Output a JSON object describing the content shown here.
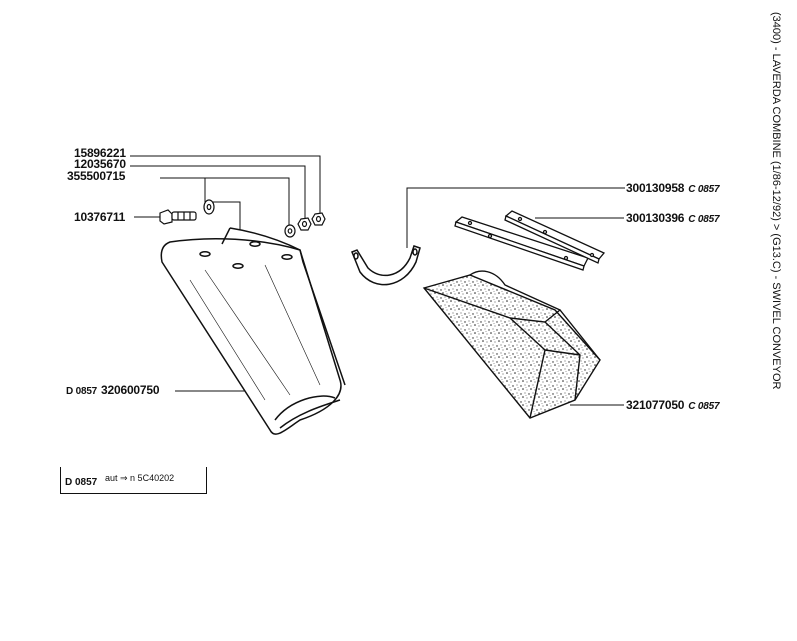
{
  "title": "(3400) - LAVERDA COMBINE (1/86-12/92) > (G13.C) - SWIVEL CONVEYOR",
  "parts": [
    {
      "id": "p1",
      "number": "15896221",
      "code": ""
    },
    {
      "id": "p2",
      "number": "12035670",
      "code": ""
    },
    {
      "id": "p3",
      "number": "355500715",
      "code": ""
    },
    {
      "id": "p4",
      "number": "10376711",
      "code": ""
    },
    {
      "id": "p5",
      "number": "320600750",
      "code": "D 0857"
    },
    {
      "id": "p6",
      "number": "300130958",
      "code": "C 0857"
    },
    {
      "id": "p7",
      "number": "300130396",
      "code": "C 0857"
    },
    {
      "id": "p8",
      "number": "321077050",
      "code": "C 0857"
    }
  ],
  "note": {
    "code": "D 0857",
    "text": "aut ⇒ n 5C40202"
  }
}
